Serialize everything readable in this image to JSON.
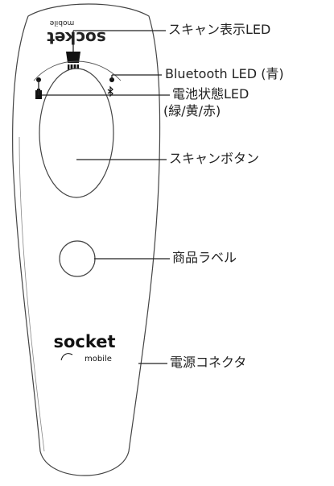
{
  "callouts": {
    "scan_led": "スキャン表示LED",
    "bluetooth_led": "Bluetooth LED (青)",
    "battery_led_line1": "電池状態LED",
    "battery_led_line2": "(緑/黄/赤)",
    "scan_button": "スキャンボタン",
    "product_label": "商品ラベル",
    "power_connector": "電源コネクタ"
  },
  "device": {
    "top_logo_word": "socket",
    "top_logo_sub": "mobile",
    "bottom_logo_word": "socket",
    "bottom_logo_sub": "mobile"
  },
  "icons": {
    "scan": "scanner-beam-icon",
    "bluetooth": "bluetooth-icon",
    "battery": "battery-icon"
  },
  "colors": {
    "outline": "#444444",
    "text": "#222222"
  }
}
